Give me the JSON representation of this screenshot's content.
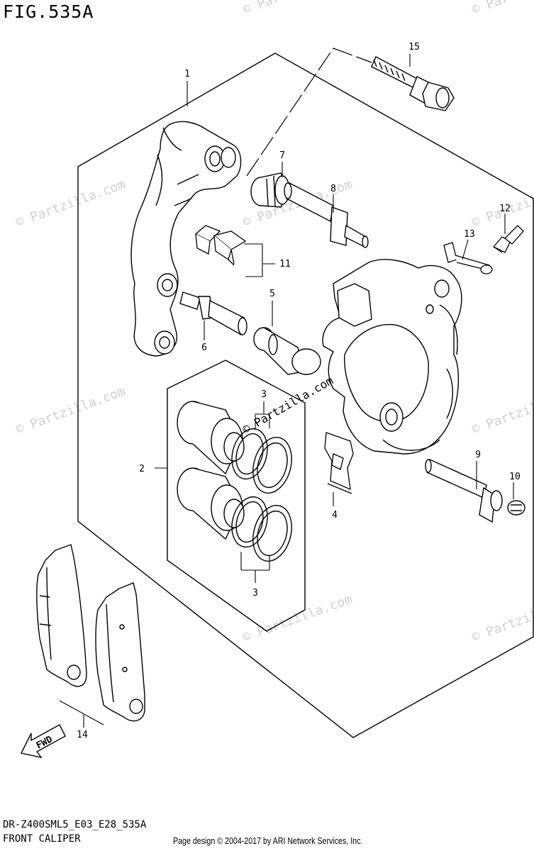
{
  "figure": {
    "title": "FIG.535A",
    "model_code": "DR-Z400SML5_E03_E28_535A",
    "section_name": "FRONT CALIPER",
    "copyright": "Page design © 2004-2017 by ARI Network Services, Inc."
  },
  "watermark": {
    "text": "© Partzilla.com",
    "center_text": "© Partzilla.com"
  },
  "fwd_arrow": {
    "label": "FWD"
  },
  "callouts": [
    {
      "id": "callout-1",
      "label": "1"
    },
    {
      "id": "callout-2",
      "label": "2"
    },
    {
      "id": "callout-3a",
      "label": "3"
    },
    {
      "id": "callout-3b",
      "label": "3"
    },
    {
      "id": "callout-4",
      "label": "4"
    },
    {
      "id": "callout-5",
      "label": "5"
    },
    {
      "id": "callout-6",
      "label": "6"
    },
    {
      "id": "callout-7",
      "label": "7"
    },
    {
      "id": "callout-8",
      "label": "8"
    },
    {
      "id": "callout-9",
      "label": "9"
    },
    {
      "id": "callout-10",
      "label": "10"
    },
    {
      "id": "callout-11",
      "label": "11"
    },
    {
      "id": "callout-12",
      "label": "12"
    },
    {
      "id": "callout-13",
      "label": "13"
    },
    {
      "id": "callout-14",
      "label": "14"
    },
    {
      "id": "callout-15",
      "label": "15"
    }
  ],
  "colors": {
    "line": "#000000",
    "watermark": "#c9c9c9",
    "background": "#ffffff"
  }
}
